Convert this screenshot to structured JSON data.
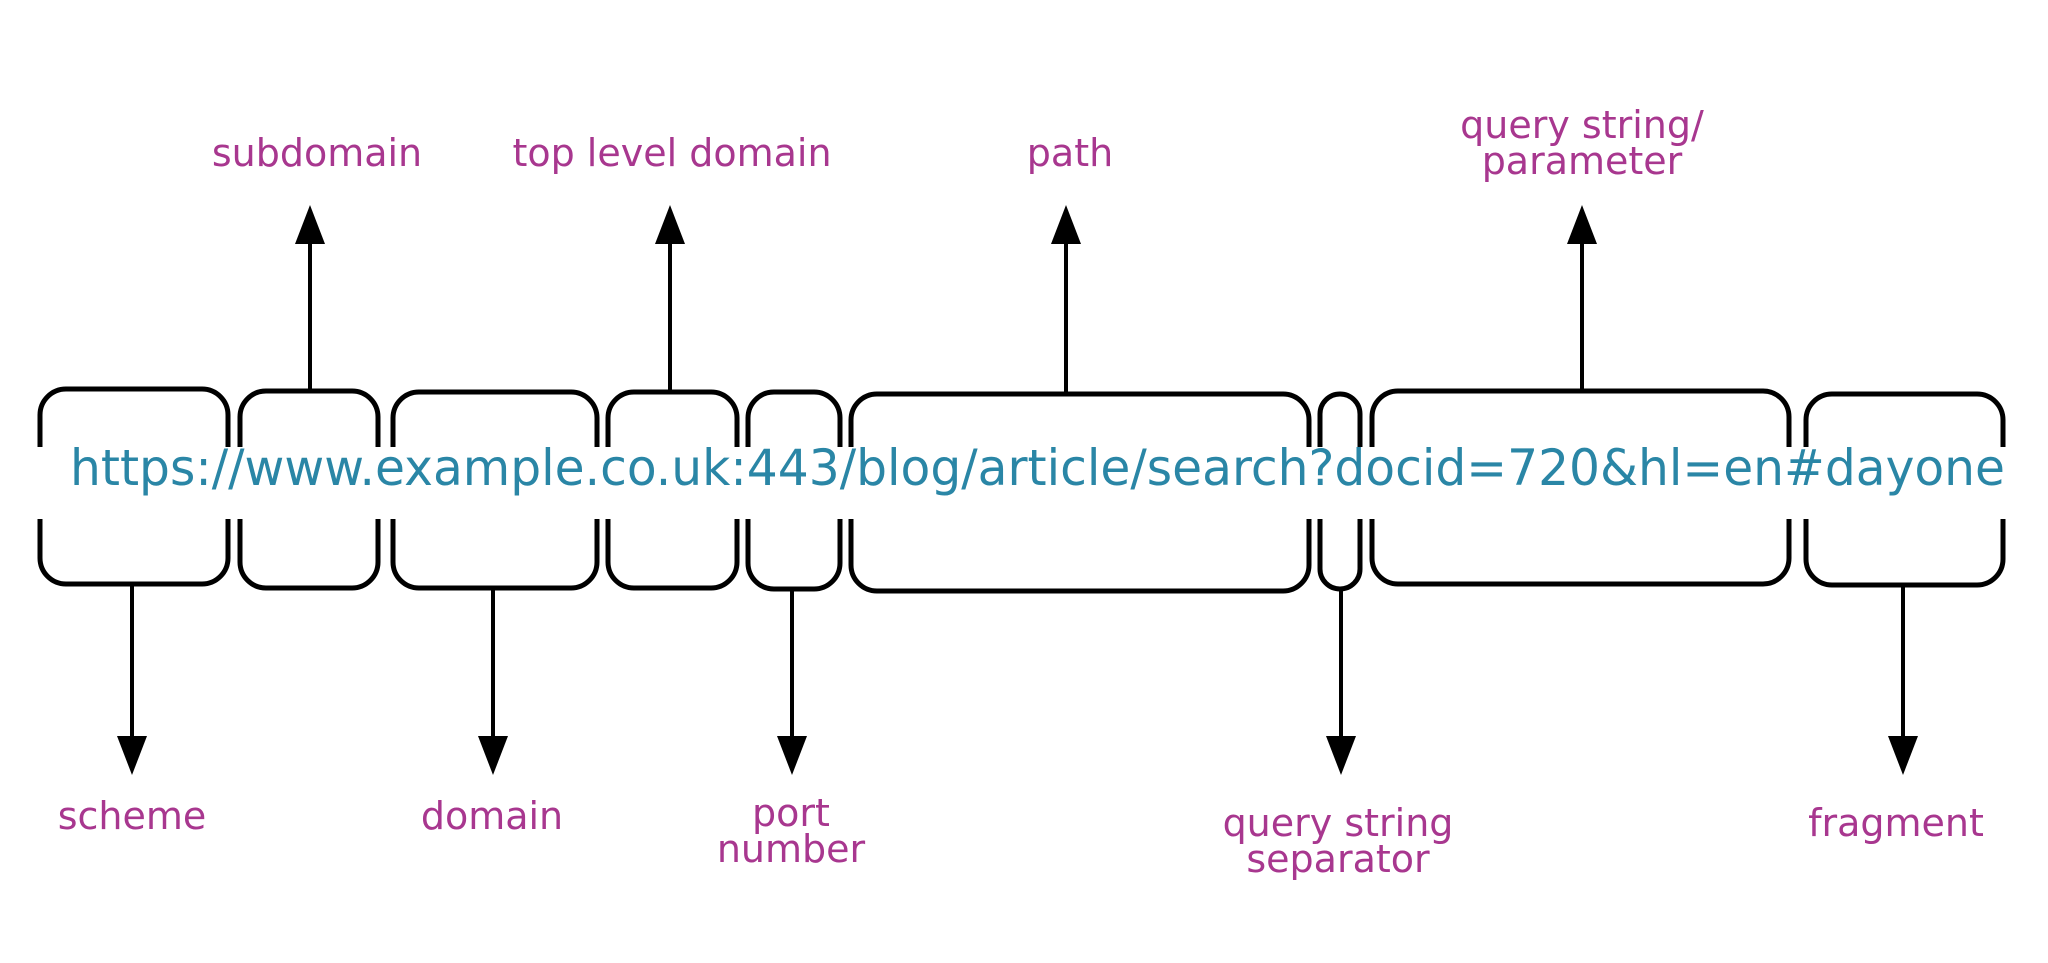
{
  "url": "https://www.example.co.uk:443/blog/article/search?docid=720&hl=en#dayone",
  "colors": {
    "url": "#2a86a6",
    "label": "#a8378f",
    "stroke": "#000000",
    "background": "#ffffff"
  },
  "segments": [
    {
      "id": "scheme",
      "text": "https://",
      "label": [
        "scheme"
      ],
      "direction": "down"
    },
    {
      "id": "subdomain",
      "text": "www.",
      "label": [
        "subdomain"
      ],
      "direction": "up"
    },
    {
      "id": "domain",
      "text": "example.",
      "label": [
        "domain"
      ],
      "direction": "down"
    },
    {
      "id": "top-level-domain",
      "text": "co.uk",
      "label": [
        "top level domain"
      ],
      "direction": "up"
    },
    {
      "id": "port-number",
      "text": ":443",
      "label": [
        "port",
        "number"
      ],
      "direction": "down"
    },
    {
      "id": "path",
      "text": "/blog/article/search",
      "label": [
        "path"
      ],
      "direction": "up"
    },
    {
      "id": "query-string-separator",
      "text": "?",
      "label": [
        "query string",
        "separator"
      ],
      "direction": "down"
    },
    {
      "id": "query-string-parameter",
      "text": "docid=720&hl=en",
      "label": [
        "query string/",
        "parameter"
      ],
      "direction": "up"
    },
    {
      "id": "fragment",
      "text": "#dayone",
      "label": [
        "fragment"
      ],
      "direction": "down"
    }
  ]
}
